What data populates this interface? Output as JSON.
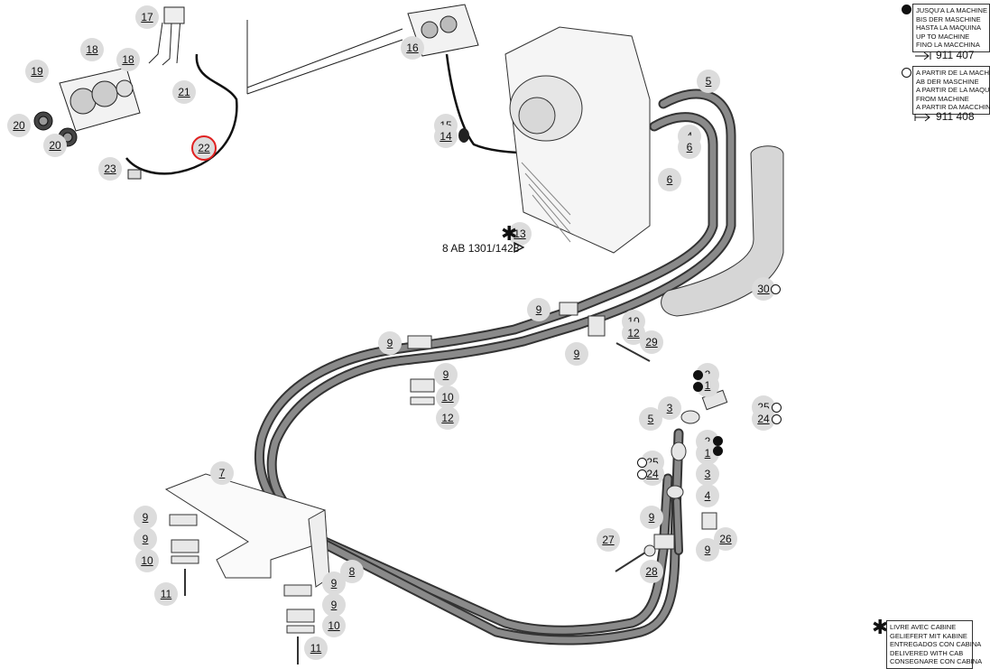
{
  "callouts": [
    {
      "id": "c17",
      "label": "17"
    },
    {
      "id": "c18a",
      "label": "18"
    },
    {
      "id": "c18b",
      "label": "18"
    },
    {
      "id": "c19",
      "label": "19"
    },
    {
      "id": "c20a",
      "label": "20"
    },
    {
      "id": "c20b",
      "label": "20"
    },
    {
      "id": "c21",
      "label": "21"
    },
    {
      "id": "c22",
      "label": "22"
    },
    {
      "id": "c23",
      "label": "23"
    },
    {
      "id": "c16",
      "label": "16"
    },
    {
      "id": "c15",
      "label": "15"
    },
    {
      "id": "c14",
      "label": "14"
    },
    {
      "id": "c5a",
      "label": "5"
    },
    {
      "id": "c4a",
      "label": "4"
    },
    {
      "id": "c6a",
      "label": "6"
    },
    {
      "id": "c6b",
      "label": "6"
    },
    {
      "id": "c13",
      "label": "13"
    },
    {
      "id": "c30",
      "label": "30"
    },
    {
      "id": "c9a",
      "label": "9"
    },
    {
      "id": "c10a",
      "label": "10"
    },
    {
      "id": "c12a",
      "label": "12"
    },
    {
      "id": "c29",
      "label": "29"
    },
    {
      "id": "c9b",
      "label": "9"
    },
    {
      "id": "c9c",
      "label": "9"
    },
    {
      "id": "c9d",
      "label": "9"
    },
    {
      "id": "c10b",
      "label": "10"
    },
    {
      "id": "c12b",
      "label": "12"
    },
    {
      "id": "c2a",
      "label": "2"
    },
    {
      "id": "c1a",
      "label": "1"
    },
    {
      "id": "c25a",
      "label": "25"
    },
    {
      "id": "c24a",
      "label": "24"
    },
    {
      "id": "c3a",
      "label": "3"
    },
    {
      "id": "c5b",
      "label": "5"
    },
    {
      "id": "c2b",
      "label": "2"
    },
    {
      "id": "c1b",
      "label": "1"
    },
    {
      "id": "c25b",
      "label": "25"
    },
    {
      "id": "c24b",
      "label": "24"
    },
    {
      "id": "c3b",
      "label": "3"
    },
    {
      "id": "c4b",
      "label": "4"
    },
    {
      "id": "c7",
      "label": "7"
    },
    {
      "id": "c9e",
      "label": "9"
    },
    {
      "id": "c9f",
      "label": "9"
    },
    {
      "id": "c10c",
      "label": "10"
    },
    {
      "id": "c11a",
      "label": "11"
    },
    {
      "id": "c8",
      "label": "8"
    },
    {
      "id": "c9g",
      "label": "9"
    },
    {
      "id": "c9h",
      "label": "9"
    },
    {
      "id": "c10d",
      "label": "10"
    },
    {
      "id": "c11b",
      "label": "11"
    },
    {
      "id": "c9i",
      "label": "9"
    },
    {
      "id": "c27",
      "label": "27"
    },
    {
      "id": "c28",
      "label": "28"
    },
    {
      "id": "c26",
      "label": "26"
    },
    {
      "id": "c9j",
      "label": "9"
    }
  ],
  "highlighted_callout": "22",
  "notes": {
    "serial_ref": "8 AB 1301/1428",
    "star_symbol": "✱"
  },
  "legend_up_to": {
    "lines": [
      "JUSQU'A LA MACHINE",
      "BIS DER MASCHINE",
      "HASTA LA MAQUINA",
      "UP TO MACHINE",
      "FINO LA MACCHINA"
    ],
    "number": "911 407"
  },
  "legend_from": {
    "lines": [
      "A PARTIR DE LA MACHINE",
      "AB DER MASCHINE",
      "A PARTIR DE LA MAQUINA",
      "FROM MACHINE",
      "A PARTIR DA MACCHINA"
    ],
    "number": "911 408"
  },
  "legend_cab": {
    "lines": [
      "LIVRE AVEC CABINE",
      "GELIEFERT MIT KABINE",
      "ENTREGADOS CON CABINA",
      "DELIVERED WITH CAB",
      "CONSEGNARE CON CABINA"
    ]
  },
  "colors": {
    "hose": "#8a8a8a",
    "highlight": "#e02020",
    "callout_bg": "#dcdcdc"
  }
}
